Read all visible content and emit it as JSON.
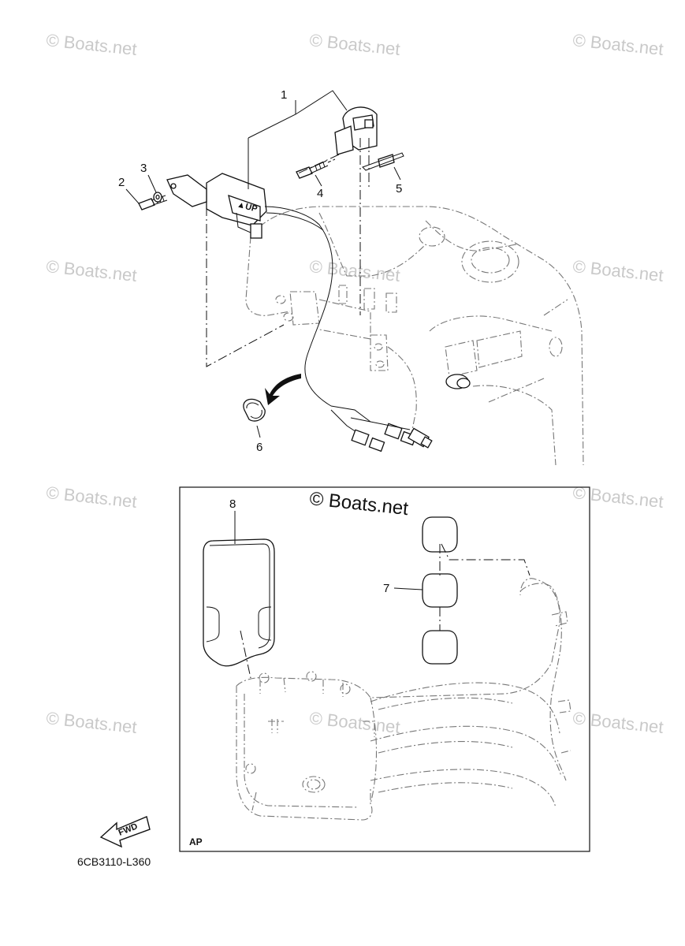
{
  "diagram_code": "6CB3110-L360",
  "inset_label": "AP",
  "fwd_label": "FWD",
  "watermark_text": "© Boats.net",
  "center_watermark": "© Boats.net",
  "callouts": [
    "1",
    "2",
    "3",
    "4",
    "5",
    "6",
    "7",
    "8"
  ],
  "colors": {
    "ink": "#111111",
    "watermark": "#c9c9c9",
    "ghost": "#777777"
  }
}
